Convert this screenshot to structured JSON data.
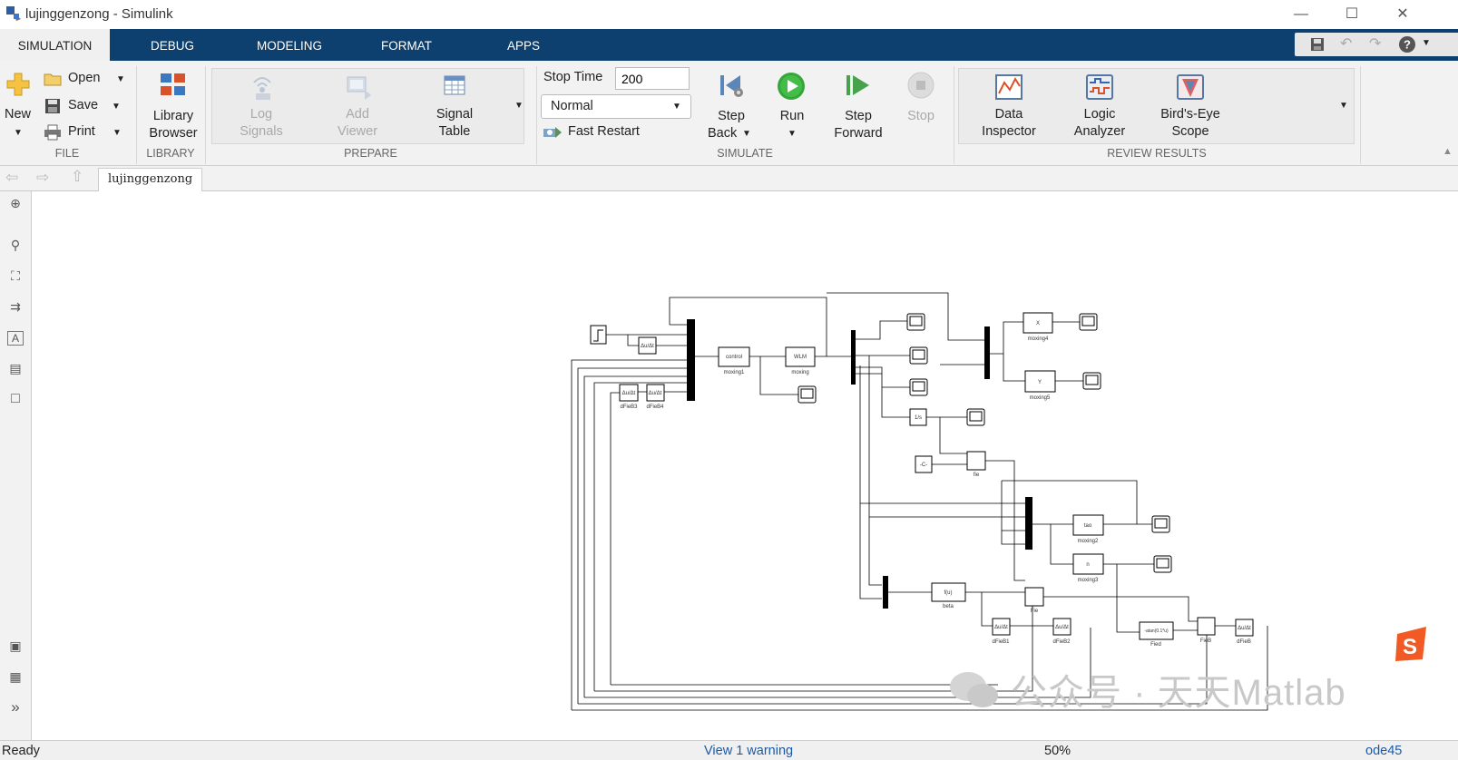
{
  "window": {
    "title": "lujinggenzong - Simulink"
  },
  "tabs": [
    "SIMULATION",
    "DEBUG",
    "MODELING",
    "FORMAT",
    "APPS"
  ],
  "file": {
    "new": "New",
    "open": "Open",
    "save": "Save",
    "print": "Print",
    "group": "FILE"
  },
  "library": {
    "browser_line1": "Library",
    "browser_line2": "Browser",
    "group": "LIBRARY"
  },
  "prepare": {
    "log_line1": "Log",
    "log_line2": "Signals",
    "add_line1": "Add",
    "add_line2": "Viewer",
    "signal_line1": "Signal",
    "signal_line2": "Table",
    "group": "PREPARE"
  },
  "simulate": {
    "stop_time_label": "Stop Time",
    "stop_time_value": "200",
    "mode": "Normal",
    "fast_restart": "Fast Restart",
    "step_back_line1": "Step",
    "step_back_line2": "Back",
    "run": "Run",
    "step_fwd_line1": "Step",
    "step_fwd_line2": "Forward",
    "stop": "Stop",
    "group": "SIMULATE"
  },
  "review": {
    "data_line1": "Data",
    "data_line2": "Inspector",
    "logic_line1": "Logic",
    "logic_line2": "Analyzer",
    "bird_line1": "Bird's-Eye",
    "bird_line2": "Scope",
    "group": "REVIEW RESULTS"
  },
  "breadcrumb": "lujinggenzong",
  "diagram": {
    "blocks": {
      "control": "control",
      "moxing1": "moxing1",
      "wlm": "WLM",
      "moxing": "moxing",
      "x": "X",
      "moxing4": "moxing4",
      "y": "Y",
      "moxing5": "moxing5",
      "integrator": "1/s",
      "const": "-C-",
      "fie": "fie",
      "tao": "tao",
      "moxing2": "moxing2",
      "n": "n",
      "moxing3": "moxing3",
      "fu": "f(u)",
      "beta": "beta",
      "fie2": "Fie",
      "atan": "-atan(0.1*u)",
      "fied": "Fied",
      "fieb": "FieB",
      "dfieb": "dFieB",
      "dfieb1": "dFieB1",
      "dfieb2": "dFieB2",
      "dfieb3": "dFieB3",
      "dfieb4": "dFieB4",
      "deriv": "Δu/Δt"
    }
  },
  "watermark": "公众号 · 天天Matlab",
  "status": {
    "ready": "Ready",
    "warning": "View 1 warning",
    "zoom": "50%",
    "solver": "ode45"
  }
}
